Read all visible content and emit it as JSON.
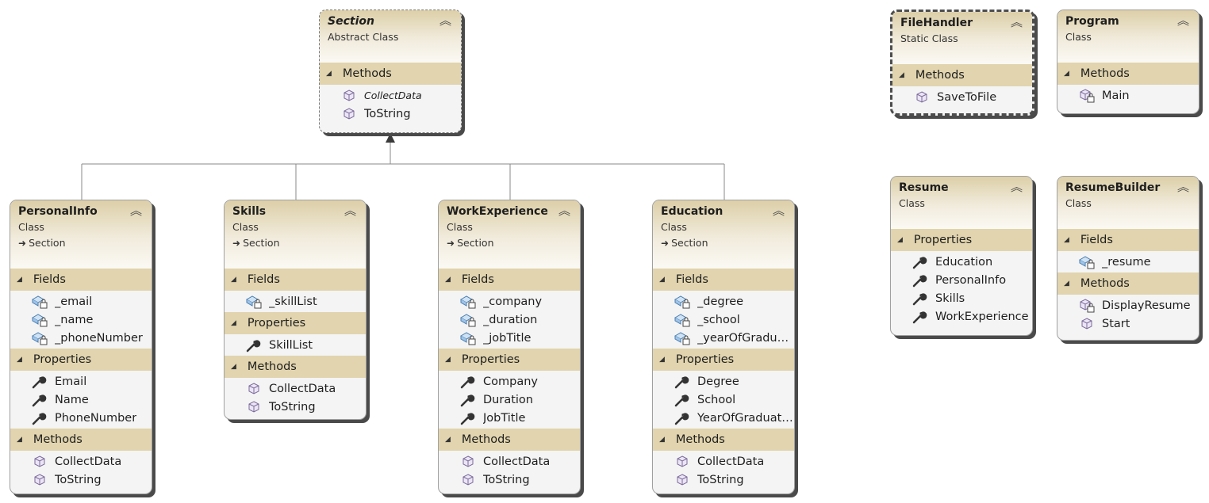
{
  "classes": {
    "section": {
      "name": "Section",
      "kind": "Abstract Class",
      "sections": [
        {
          "title": "Methods",
          "members": [
            "CollectData",
            "ToString"
          ]
        }
      ]
    },
    "filehandler": {
      "name": "FileHandler",
      "kind": "Static Class",
      "sections": [
        {
          "title": "Methods",
          "members": [
            "SaveToFile"
          ]
        }
      ]
    },
    "program": {
      "name": "Program",
      "kind": "Class",
      "sections": [
        {
          "title": "Methods",
          "members": [
            "Main"
          ]
        }
      ]
    },
    "resume": {
      "name": "Resume",
      "kind": "Class",
      "sections": [
        {
          "title": "Properties",
          "members": [
            "Education",
            "PersonalInfo",
            "Skills",
            "WorkExperience"
          ]
        }
      ]
    },
    "resumebuilder": {
      "name": "ResumeBuilder",
      "kind": "Class",
      "sections": [
        {
          "title": "Fields",
          "members": [
            "_resume"
          ]
        },
        {
          "title": "Methods",
          "members": [
            "DisplayResume",
            "Start"
          ]
        }
      ]
    },
    "personalinfo": {
      "name": "PersonalInfo",
      "kind": "Class",
      "base": "Section",
      "sections": [
        {
          "title": "Fields",
          "members": [
            "_email",
            "_name",
            "_phoneNumber"
          ]
        },
        {
          "title": "Properties",
          "members": [
            "Email",
            "Name",
            "PhoneNumber"
          ]
        },
        {
          "title": "Methods",
          "members": [
            "CollectData",
            "ToString"
          ]
        }
      ]
    },
    "skills": {
      "name": "Skills",
      "kind": "Class",
      "base": "Section",
      "sections": [
        {
          "title": "Fields",
          "members": [
            "_skillList"
          ]
        },
        {
          "title": "Properties",
          "members": [
            "SkillList"
          ]
        },
        {
          "title": "Methods",
          "members": [
            "CollectData",
            "ToString"
          ]
        }
      ]
    },
    "workexperience": {
      "name": "WorkExperience",
      "kind": "Class",
      "base": "Section",
      "sections": [
        {
          "title": "Fields",
          "members": [
            "_company",
            "_duration",
            "_jobTitle"
          ]
        },
        {
          "title": "Properties",
          "members": [
            "Company",
            "Duration",
            "JobTitle"
          ]
        },
        {
          "title": "Methods",
          "members": [
            "CollectData",
            "ToString"
          ]
        }
      ]
    },
    "education": {
      "name": "Education",
      "kind": "Class",
      "base": "Section",
      "sections": [
        {
          "title": "Fields",
          "members": [
            "_degree",
            "_school",
            "_yearOfGraduat…"
          ]
        },
        {
          "title": "Properties",
          "members": [
            "Degree",
            "School",
            "YearOfGraduati…"
          ]
        },
        {
          "title": "Methods",
          "members": [
            "CollectData",
            "ToString"
          ]
        }
      ]
    }
  },
  "icons": {
    "field": "private-field-icon",
    "property": "wrench-property-icon",
    "method": "method-cube-icon",
    "private_method": "private-method-icon",
    "section_toggle": "collapse-triangle-icon",
    "header_toggle": "collapse-chevron-icon",
    "inheritance": "inheritance-arrow-icon"
  },
  "colors": {
    "section_bar": "#e1d4ae",
    "header_gradient_top": "#dccfa8",
    "body": "#f4f4f4",
    "shadow": "#4a4a4a",
    "connector": "#888888"
  }
}
